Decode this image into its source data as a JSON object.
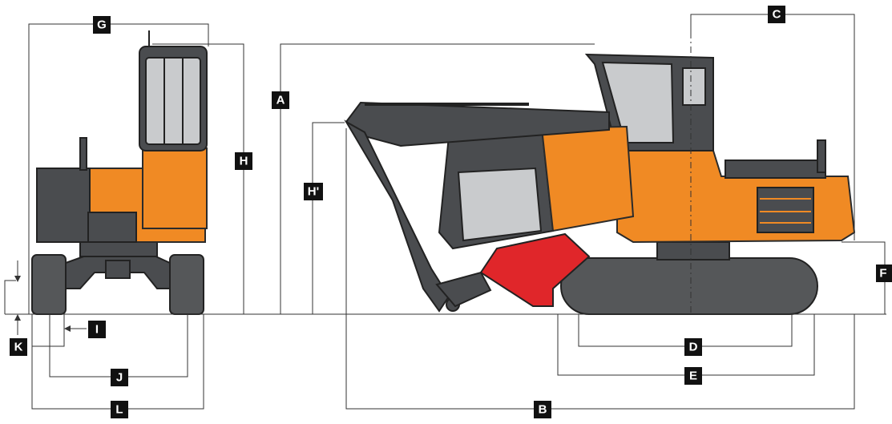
{
  "dimension_labels": {
    "A": "A",
    "B": "B",
    "C": "C",
    "D": "D",
    "E": "E",
    "F": "F",
    "G": "G",
    "H": "H",
    "H_prime": "H'",
    "I": "I",
    "J": "J",
    "K": "K",
    "L": "L"
  },
  "colors": {
    "machine_body": "#f08a24",
    "machine_dark": "#4a4c4f",
    "felling_head": "#e0262a",
    "label_box": "#111111",
    "label_text": "#ffffff"
  }
}
